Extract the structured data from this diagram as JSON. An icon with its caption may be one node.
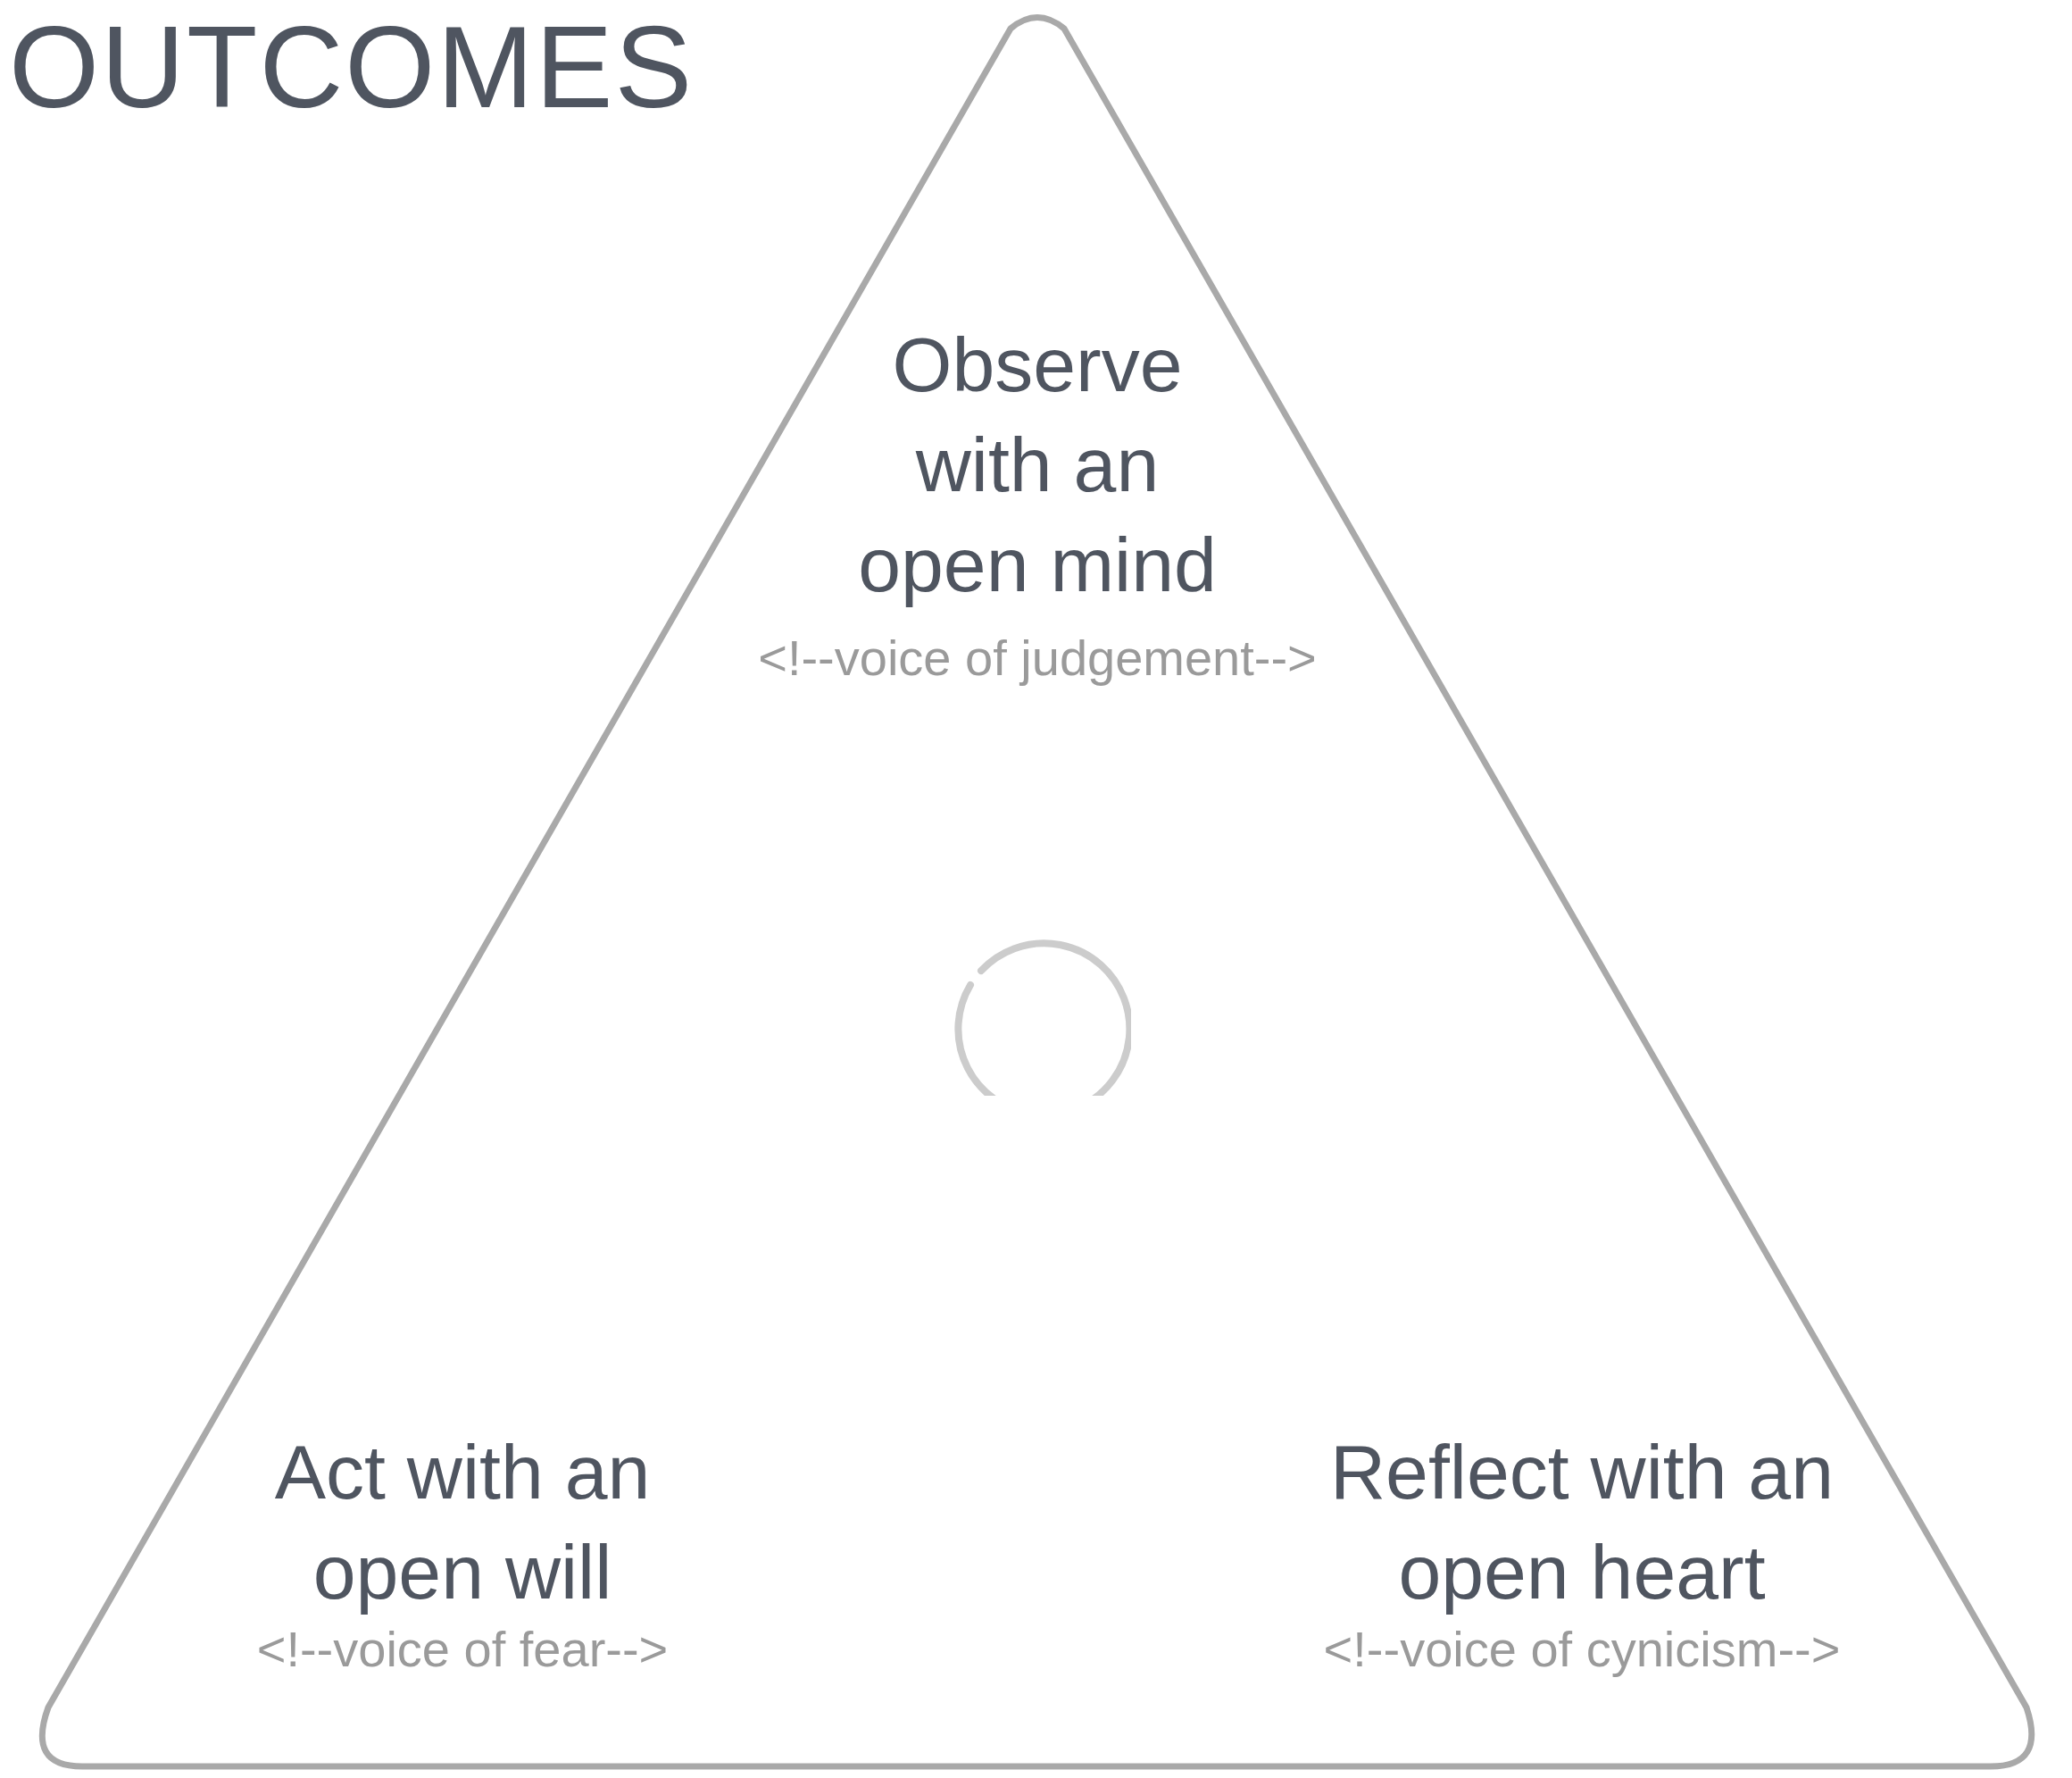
{
  "diagram": {
    "title": "OUTCOMES",
    "nodes": [
      {
        "text": [
          "Observe with an open mind",
          "<!--voice of judgement-->",
          "Act with an open will",
          "<!--voice of fear-->",
          "Reflect with an open heart",
          "<!--voice of cynicism-->"
        ]
      }
    ]
  }
}
